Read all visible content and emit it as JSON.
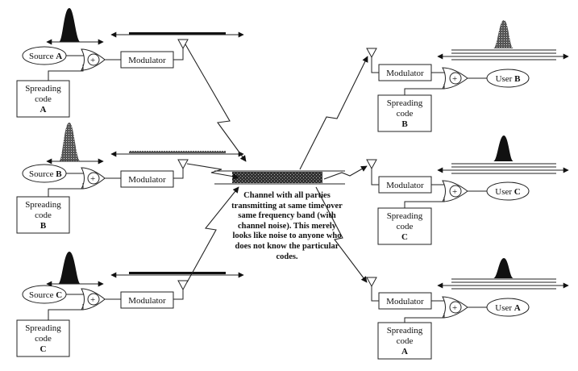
{
  "modulator_label": "Modulator",
  "spreading_label_line1": "Spreading",
  "spreading_label_line2": "code",
  "xor_symbol": "+",
  "senders": [
    {
      "source_word": "Source",
      "id": "A",
      "code_id": "A"
    },
    {
      "source_word": "Source",
      "id": "B",
      "code_id": "B"
    },
    {
      "source_word": "Source",
      "id": "C",
      "code_id": "C"
    }
  ],
  "receivers": [
    {
      "user_word": "User",
      "id": "B",
      "code_id": "B"
    },
    {
      "user_word": "User",
      "id": "C",
      "code_id": "C"
    },
    {
      "user_word": "User",
      "id": "A",
      "code_id": "A"
    }
  ],
  "channel_caption": "Channel with all parties transmitting at same time over same frequency band (with channel noise). This merely looks like noise to anyone who does not know the particular codes."
}
